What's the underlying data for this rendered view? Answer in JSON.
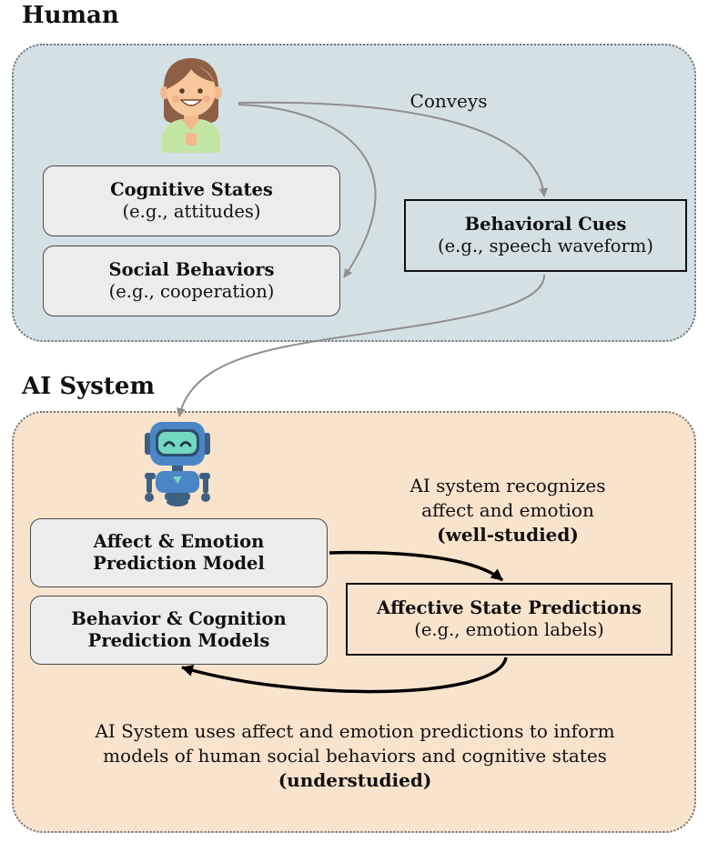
{
  "colors": {
    "human_panel": "#d4e1e4",
    "ai_panel": "#f8e3cc",
    "box_fill": "#ececec",
    "arrow_gray": "#8e8e8e",
    "arrow_black": "#000000"
  },
  "human": {
    "title": "Human",
    "icon": "woman-avatar-icon",
    "conveys_label": "Conveys",
    "cognitive": {
      "title": "Cognitive States",
      "sub": "(e.g., attitudes)"
    },
    "social": {
      "title": "Social Behaviors",
      "sub": "(e.g., cooperation)"
    },
    "cues": {
      "title": "Behavioral Cues",
      "sub": "(e.g., speech waveform)"
    }
  },
  "ai": {
    "title": "AI System",
    "icon": "robot-icon",
    "recognize": {
      "line1": "AI system recognizes",
      "line2": "affect and emotion",
      "tag": "(well-studied)"
    },
    "affect_model": {
      "line1": "Affect & Emotion",
      "line2": "Prediction Model"
    },
    "behavior_model": {
      "line1": "Behavior & Cognition",
      "line2": "Prediction Models"
    },
    "predictions": {
      "title": "Affective State Predictions",
      "sub": "(e.g., emotion labels)"
    },
    "uses": {
      "line1": "AI System uses affect and emotion predictions to inform",
      "line2": "models of human social behaviors and cognitive states",
      "tag": "(understudied)"
    }
  }
}
